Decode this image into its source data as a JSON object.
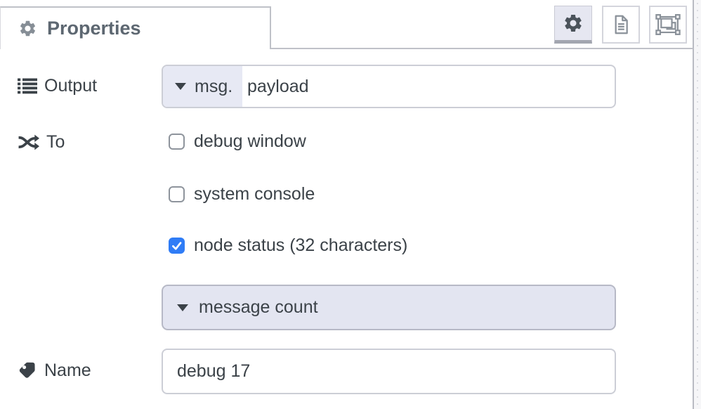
{
  "header": {
    "tab_title": "Properties",
    "tab_icon": "gear-icon",
    "toolbar_buttons": [
      {
        "icon": "gear-icon",
        "active": true
      },
      {
        "icon": "document-icon",
        "active": false
      },
      {
        "icon": "appearance-icon",
        "active": false
      }
    ]
  },
  "form": {
    "output": {
      "label": "Output",
      "icon": "list-icon",
      "prefix": "msg.",
      "value": "payload"
    },
    "to": {
      "label": "To",
      "icon": "shuffle-icon",
      "options": [
        {
          "label": "debug window",
          "checked": false
        },
        {
          "label": "system console",
          "checked": false
        },
        {
          "label": "node status (32 characters)",
          "checked": true
        }
      ]
    },
    "status": {
      "value": "message count"
    },
    "name": {
      "label": "Name",
      "icon": "tag-icon",
      "value": "debug 17"
    }
  },
  "colors": {
    "checkbox_checked": "#2f7cf6",
    "typed_input_button_bg": "#e7e9f4",
    "status_button_bg": "#e3e5f1",
    "active_tool_bg": "#e6e7f1",
    "text": "#3b4248",
    "tab_title_text": "#5d6771",
    "border": "#c9cbd4"
  }
}
